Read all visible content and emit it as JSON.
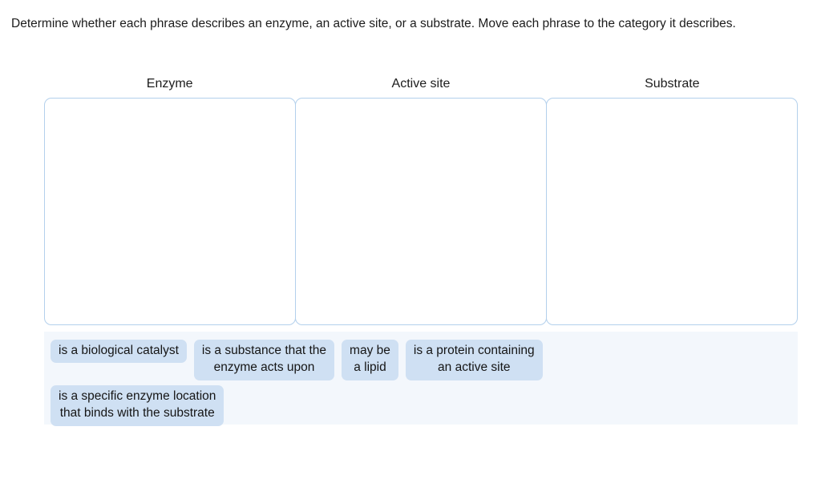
{
  "prompt": "Determine whether each phrase describes an enzyme, an active site, or a substrate. Move each phrase to the category it describes.",
  "categories": [
    {
      "label": "Enzyme"
    },
    {
      "label": "Active site"
    },
    {
      "label": "Substrate"
    }
  ],
  "tray": {
    "rows": [
      {
        "chips": [
          {
            "text": "is a biological catalyst",
            "lines": 1
          },
          {
            "text": "is a substance that the\nenzyme acts upon",
            "lines": 2
          },
          {
            "text": "may be\na lipid",
            "lines": 2
          },
          {
            "text": "is a protein containing\nan active site",
            "lines": 2
          }
        ]
      },
      {
        "chips": [
          {
            "text": "is a specific enzyme location\nthat binds with the substrate",
            "lines": 2
          }
        ]
      }
    ]
  },
  "colors": {
    "chip_fill": "#cfe0f3",
    "dropzone_border": "#b3d0ec",
    "tray_background": "#f3f7fc",
    "text": "#1c1c1c",
    "page_background": "#ffffff"
  }
}
